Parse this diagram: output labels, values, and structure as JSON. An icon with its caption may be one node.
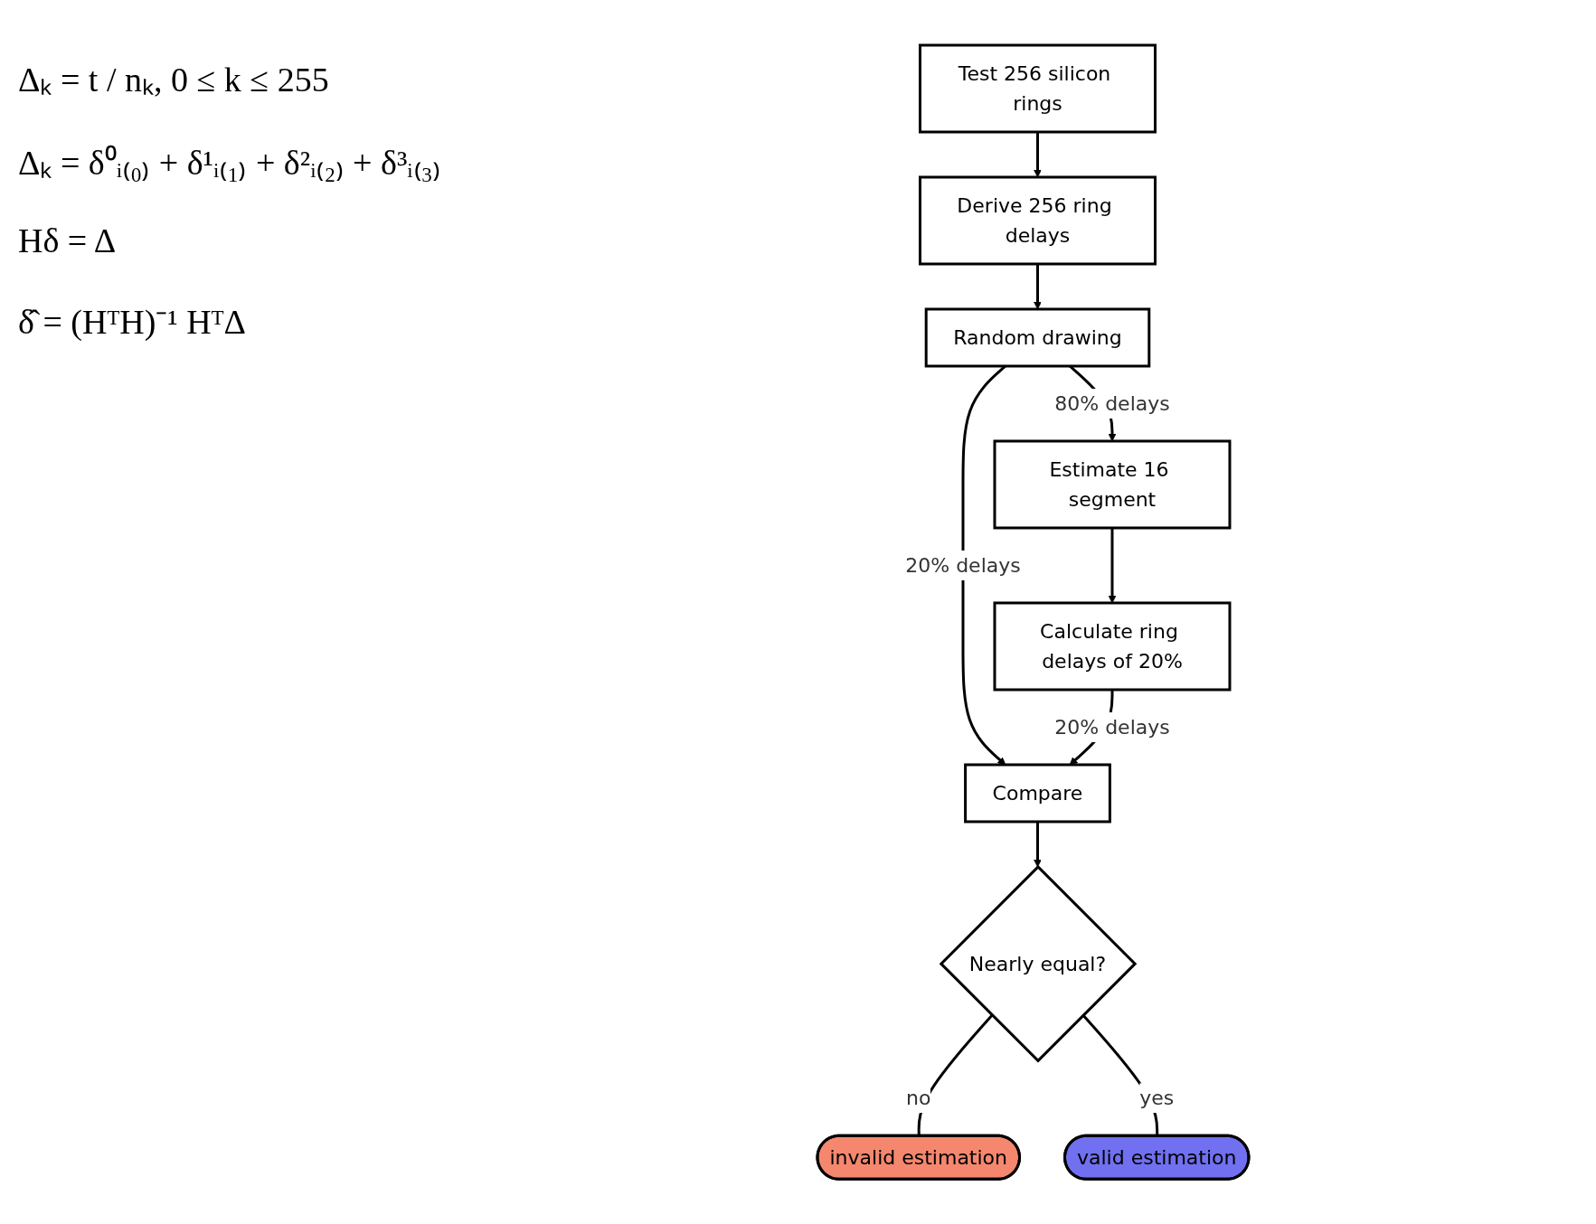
{
  "diagram": {
    "nodes": [
      {
        "text": [
          "Test 256 silicon rings"
        ]
      },
      {
        "text": [
          "Derive 256 ring delays"
        ]
      },
      {
        "text": [
          "Random drawing"
        ]
      },
      {
        "text": [
          "Estimate 16 segment"
        ]
      },
      {
        "text": [
          "Calculate ring delays of 20%"
        ]
      },
      {
        "text": [
          "Compare"
        ]
      },
      {
        "text": [
          "Nearly equal?"
        ]
      },
      {
        "text": [
          "invalid estimation"
        ]
      },
      {
        "text": [
          "valid estimation"
        ]
      }
    ],
    "edges": [
      {
        "from": 0,
        "to": 1,
        "arrow": "to"
      },
      {
        "from": 1,
        "to": 2,
        "arrow": "to"
      },
      {
        "from": 2,
        "to": 3,
        "arrow": "to",
        "label": "80% delays"
      },
      {
        "from": 2,
        "to": 5,
        "arrow": "to",
        "label": "20% delays"
      },
      {
        "from": 3,
        "to": 4,
        "arrow": "to"
      },
      {
        "from": 4,
        "to": 5,
        "arrow": "to",
        "label": "20% delays"
      },
      {
        "from": 5,
        "to": 6,
        "arrow": "to"
      },
      {
        "from": 6,
        "to": 7,
        "arrow": "none",
        "label": "no"
      },
      {
        "from": 6,
        "to": 8,
        "arrow": "none",
        "label": "yes"
      }
    ],
    "labels": [
      "Δₖ = t / nₖ,  0 ≤ k ≤ 255",
      "Δₖ = δ⁰ᵢ₍₀₎ + δ¹ᵢ₍₁₎ + δ²ᵢ₍₂₎ + δ³ᵢ₍₃₎",
      "Hδ = Δ",
      "δ̂ = (HᵀH)⁻¹ HᵀΔ"
    ]
  }
}
